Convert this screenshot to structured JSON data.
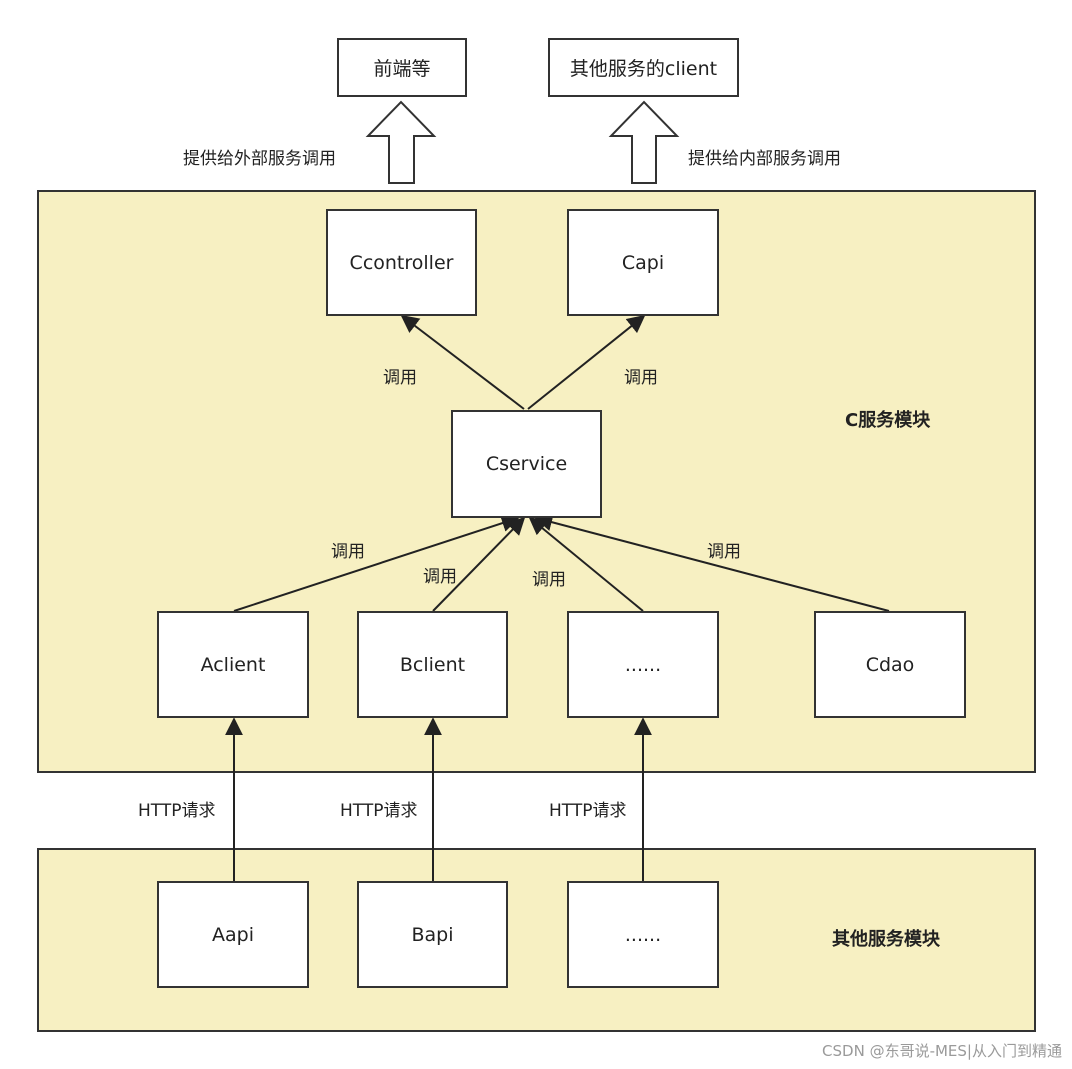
{
  "nodes": {
    "frontend": "前端等",
    "other_client": "其他服务的client",
    "ccontroller": "Ccontroller",
    "capi": "Capi",
    "cservice": "Cservice",
    "aclient": "Aclient",
    "bclient": "Bclient",
    "more_client": "......",
    "cdao": "Cdao",
    "aapi": "Aapi",
    "bapi": "Bapi",
    "more_api": "......"
  },
  "labels": {
    "external": "提供给外部服务调用",
    "internal": "提供给内部服务调用",
    "call": "调用",
    "http": "HTTP请求"
  },
  "modules": {
    "c_module": "C服务模块",
    "other_module": "其他服务模块"
  },
  "watermark": "CSDN @东哥说-MES|从入门到精通",
  "colors": {
    "module_fill": "#f7f0c2",
    "border": "#333333",
    "node_fill": "#ffffff"
  }
}
